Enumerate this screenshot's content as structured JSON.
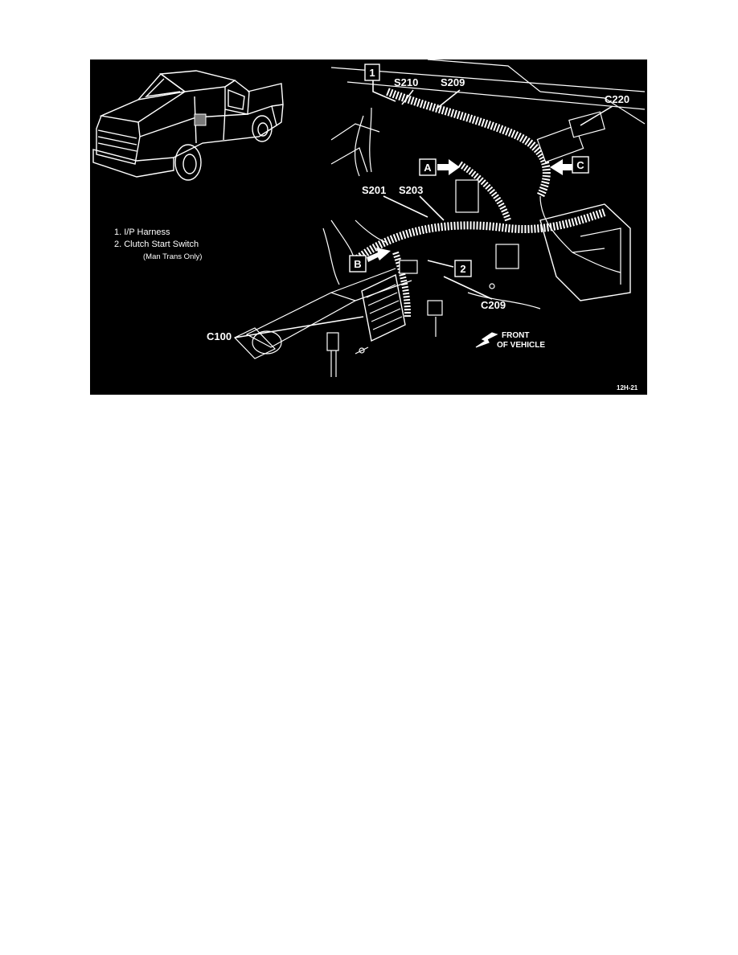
{
  "legend": {
    "item1": "1.  I/P Harness",
    "item2": "2.  Clutch Start Switch",
    "item2_note": "(Man Trans Only)"
  },
  "callouts": {
    "box1": "1",
    "box2": "2",
    "boxA": "A",
    "boxB": "B",
    "boxC": "C",
    "s210": "S210",
    "s209": "S209",
    "c220": "C220",
    "s201": "S201",
    "s203": "S203",
    "c209": "C209",
    "c100": "C100",
    "front_line1": "FRONT",
    "front_line2": "OF VEHICLE"
  },
  "figure_id": "12H-21",
  "colors": {
    "background": "#000000",
    "linework": "#ffffff",
    "page": "#ffffff"
  }
}
